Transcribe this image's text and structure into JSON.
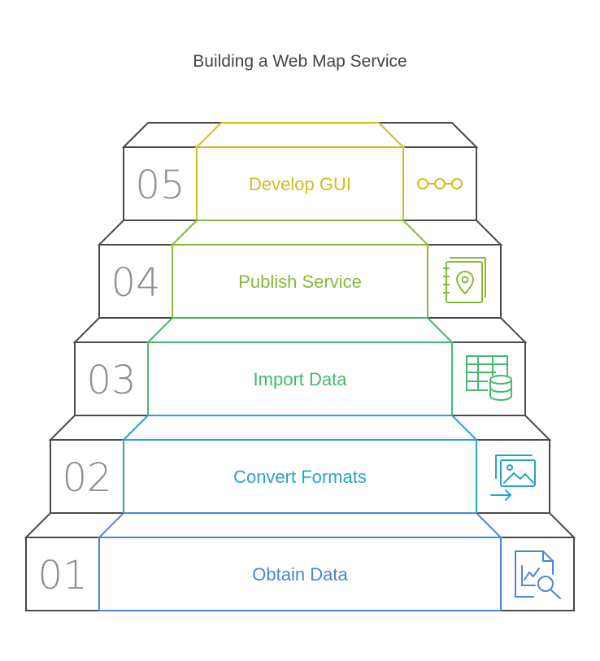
{
  "title": "Building a Web Map Service",
  "steps": [
    {
      "number": "05",
      "label": "Develop GUI",
      "icon": "connected-nodes-icon",
      "color": "#c9bf21"
    },
    {
      "number": "04",
      "label": "Publish Service",
      "icon": "map-book-pin-icon",
      "color": "#8ab83a"
    },
    {
      "number": "03",
      "label": "Import Data",
      "icon": "table-database-icon",
      "color": "#45b96f"
    },
    {
      "number": "02",
      "label": "Convert Formats",
      "icon": "image-convert-icon",
      "color": "#25a3c8"
    },
    {
      "number": "01",
      "label": "Obtain Data",
      "icon": "document-chart-search-icon",
      "color": "#4a86d8"
    }
  ]
}
